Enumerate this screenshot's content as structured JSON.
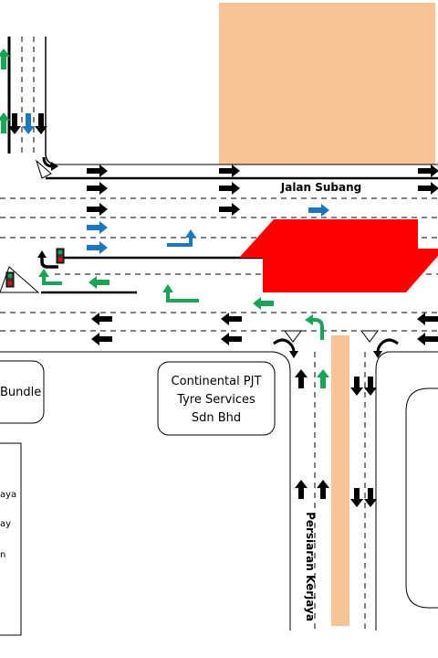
{
  "roads": {
    "main_road": "Jalan Subang",
    "side_road": "Persiaran Kerjaya"
  },
  "places": {
    "left_box": "Bundle",
    "center_box": [
      "Continental PJT",
      "Tyre Services",
      "Sdn Bhd"
    ]
  },
  "legend_fragments": [
    "aya",
    "ay",
    "n"
  ],
  "colors": {
    "background": "#ffffff",
    "building": "#f8c497",
    "median": "#f8c497",
    "construction_zone": "#ff0000",
    "arrow_black": "#000000",
    "arrow_blue": "#1a78c2",
    "arrow_green": "#17a556"
  },
  "icons": [
    "traffic-light-icon",
    "yield-sign-icon",
    "u-turn-arrow-icon",
    "straight-arrow-icon",
    "turn-arrow-icon"
  ]
}
